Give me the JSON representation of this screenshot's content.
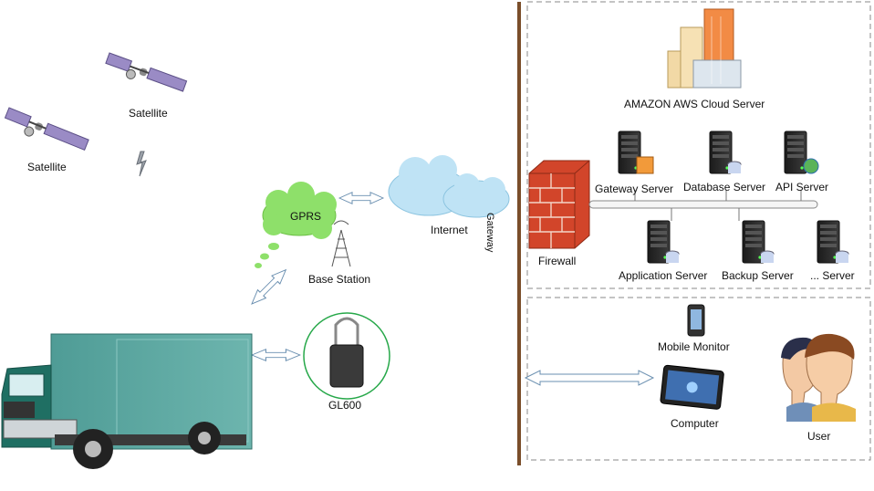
{
  "labels": {
    "satellite_left": "Satellite",
    "satellite_top": "Satellite",
    "gprs": "GPRS",
    "base_station": "Base Station",
    "internet": "Internet",
    "gateway": "Gateway",
    "firewall": "Firewall",
    "cloud_server": "AMAZON  AWS Cloud Server",
    "gateway_server": "Gateway Server",
    "database_server": "Database Server",
    "api_server": "API Server",
    "application_server": "Application Server",
    "backup_server": "Backup Server",
    "other_server": "... Server",
    "mobile_monitor": "Mobile Monitor",
    "computer": "Computer",
    "user": "User",
    "device": "GL600"
  },
  "colors": {
    "truck_cab": "#1f6f63",
    "truck_box": "#5fa8a2",
    "cloud": "#bfe3f5",
    "gprs_cloud": "#8ee06a",
    "firewall_brick": "#d2452a",
    "divider": "#7a4e2a",
    "dashed_border": "#888888",
    "arrow_stroke": "#6a8fb0"
  },
  "icons": {
    "satellite": "satellite-icon",
    "signal": "lightning-icon",
    "base_station": "antenna-tower-icon",
    "server": "server-rack-icon",
    "phone": "mobile-phone-icon",
    "tablet": "tablet-icon",
    "users": "users-icon",
    "building": "office-building-icon"
  }
}
